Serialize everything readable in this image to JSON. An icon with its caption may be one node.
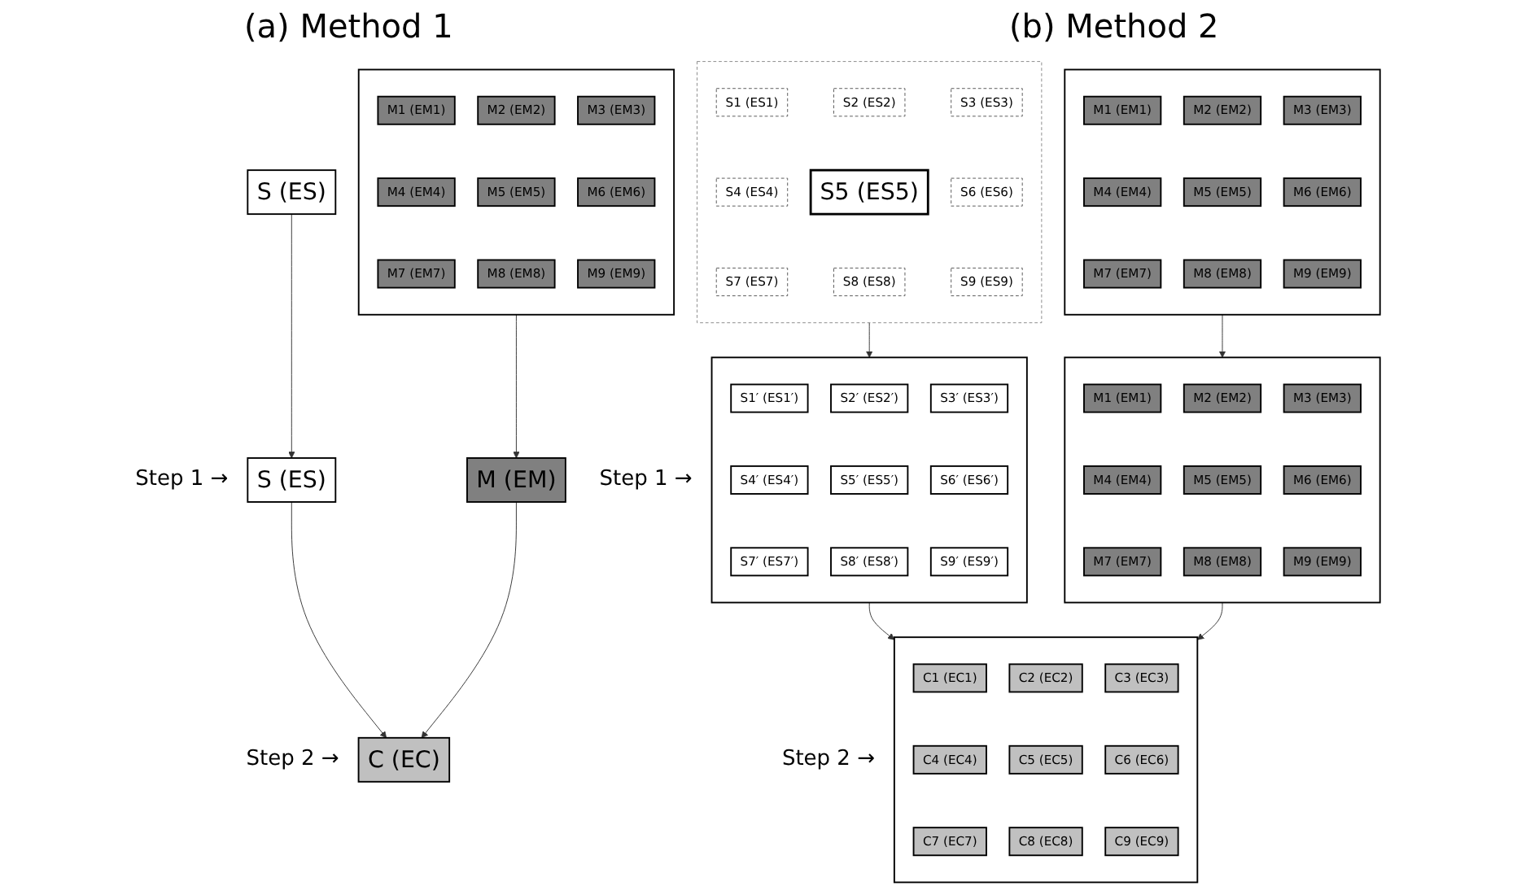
{
  "diagram": {
    "nodes": [
      {
        "text": [
          "S (ES)"
        ]
      },
      {
        "text": [],
        "shape": "box"
      },
      {
        "text": [
          "M1 (EM1)"
        ],
        "in": 1
      },
      {
        "text": [
          "M2 (EM2)"
        ],
        "in": 1
      },
      {
        "text": [
          "M3 (EM3)"
        ],
        "in": 1
      },
      {
        "text": [
          "M4 (EM4)"
        ],
        "in": 1
      },
      {
        "text": [
          "M5 (EM5)"
        ],
        "in": 1
      },
      {
        "text": [
          "M6 (EM6)"
        ],
        "in": 1
      },
      {
        "text": [
          "M7 (EM7)"
        ],
        "in": 1
      },
      {
        "text": [
          "M8 (EM8)"
        ],
        "in": 1
      },
      {
        "text": [
          "M9 (EM9)"
        ],
        "in": 1
      },
      {
        "text": [
          "S (ES)"
        ]
      },
      {
        "text": [
          "M (EM)"
        ]
      },
      {
        "text": [
          "C (EC)"
        ]
      },
      {
        "text": [],
        "shape": "box"
      },
      {
        "text": [
          "S1 (ES1)"
        ],
        "in": 14
      },
      {
        "text": [
          "S2 (ES2)"
        ],
        "in": 14
      },
      {
        "text": [
          "S3 (ES3)"
        ],
        "in": 14
      },
      {
        "text": [
          "S4 (ES4)"
        ],
        "in": 14
      },
      {
        "text": [
          "S5 (ES5)"
        ],
        "in": 14
      },
      {
        "text": [
          "S6 (ES6)"
        ],
        "in": 14
      },
      {
        "text": [
          "S7 (ES7)"
        ],
        "in": 14
      },
      {
        "text": [
          "S8 (ES8)"
        ],
        "in": 14
      },
      {
        "text": [
          "S9 (ES9)"
        ],
        "in": 14
      },
      {
        "text": [],
        "shape": "box"
      },
      {
        "text": [
          "M1 (EM1)"
        ],
        "in": 24
      },
      {
        "text": [
          "M2 (EM2)"
        ],
        "in": 24
      },
      {
        "text": [
          "M3 (EM3)"
        ],
        "in": 24
      },
      {
        "text": [
          "M4 (EM4)"
        ],
        "in": 24
      },
      {
        "text": [
          "M5 (EM5)"
        ],
        "in": 24
      },
      {
        "text": [
          "M6 (EM6)"
        ],
        "in": 24
      },
      {
        "text": [
          "M7 (EM7)"
        ],
        "in": 24
      },
      {
        "text": [
          "M8 (EM8)"
        ],
        "in": 24
      },
      {
        "text": [
          "M9 (EM9)"
        ],
        "in": 24
      },
      {
        "text": [],
        "shape": "box"
      },
      {
        "text": [
          "S1′ (ES1′)"
        ],
        "in": 34
      },
      {
        "text": [
          "S2′ (ES2′)"
        ],
        "in": 34
      },
      {
        "text": [
          "S3′ (ES3′)"
        ],
        "in": 34
      },
      {
        "text": [
          "S4′ (ES4′)"
        ],
        "in": 34
      },
      {
        "text": [
          "S5′ (ES5′)"
        ],
        "in": 34
      },
      {
        "text": [
          "S6′ (ES6′)"
        ],
        "in": 34
      },
      {
        "text": [
          "S7′ (ES7′)"
        ],
        "in": 34
      },
      {
        "text": [
          "S8′ (ES8′)"
        ],
        "in": 34
      },
      {
        "text": [
          "S9′ (ES9′)"
        ],
        "in": 34
      },
      {
        "text": [],
        "shape": "box"
      },
      {
        "text": [
          "M1 (EM1)"
        ],
        "in": 44
      },
      {
        "text": [
          "M2 (EM2)"
        ],
        "in": 44
      },
      {
        "text": [
          "M3 (EM3)"
        ],
        "in": 44
      },
      {
        "text": [
          "M4 (EM4)"
        ],
        "in": 44
      },
      {
        "text": [
          "M5 (EM5)"
        ],
        "in": 44
      },
      {
        "text": [
          "M6 (EM6)"
        ],
        "in": 44
      },
      {
        "text": [
          "M7 (EM7)"
        ],
        "in": 44
      },
      {
        "text": [
          "M8 (EM8)"
        ],
        "in": 44
      },
      {
        "text": [
          "M9 (EM9)"
        ],
        "in": 44
      },
      {
        "text": [],
        "shape": "box"
      },
      {
        "text": [
          "C1 (EC1)"
        ],
        "in": 54
      },
      {
        "text": [
          "C2 (EC2)"
        ],
        "in": 54
      },
      {
        "text": [
          "C3 (EC3)"
        ],
        "in": 54
      },
      {
        "text": [
          "C4 (EC4)"
        ],
        "in": 54
      },
      {
        "text": [
          "C5 (EC5)"
        ],
        "in": 54
      },
      {
        "text": [
          "C6 (EC6)"
        ],
        "in": 54
      },
      {
        "text": [
          "C7 (EC7)"
        ],
        "in": 54
      },
      {
        "text": [
          "C8 (EC8)"
        ],
        "in": 54
      },
      {
        "text": [
          "C9 (EC9)"
        ],
        "in": 54
      }
    ],
    "edges": [
      {
        "from": 0,
        "to": 11,
        "arrow": "to"
      },
      {
        "from": 1,
        "to": 12,
        "arrow": "to"
      },
      {
        "from": 11,
        "to": 13,
        "arrow": "to"
      },
      {
        "from": 12,
        "to": 13,
        "arrow": "to"
      },
      {
        "from": 14,
        "to": 34,
        "arrow": "to"
      },
      {
        "from": 24,
        "to": 44,
        "arrow": "to"
      },
      {
        "from": 34,
        "to": 54,
        "arrow": "to"
      },
      {
        "from": 44,
        "to": 54,
        "arrow": "to"
      }
    ],
    "labels": [
      "(a) Method 1",
      "(b) Method 2",
      "Step 1 →",
      "Step 1 →",
      "Step 2 →",
      "Step 2 →"
    ]
  }
}
